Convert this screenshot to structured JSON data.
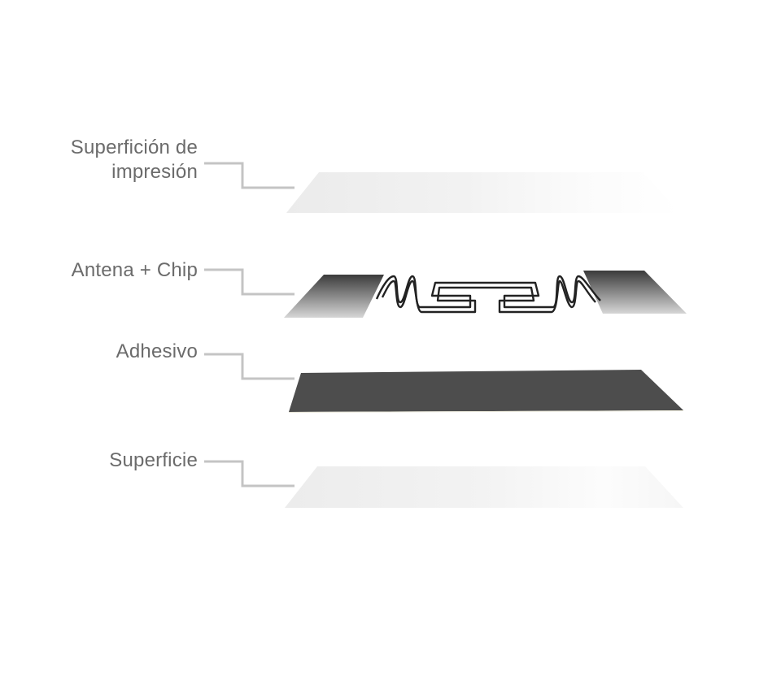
{
  "layers": [
    {
      "label_line1": "Superfición de",
      "label_line2": "impresión"
    },
    {
      "label_line1": "Antena + Chip"
    },
    {
      "label_line1": "Adhesivo"
    },
    {
      "label_line1": "Superficie"
    }
  ],
  "colors": {
    "label_text": "#6b6b6b",
    "leader_line": "#c4c4c4",
    "adhesive_fill": "#4d4d4d",
    "pad_dark": "#3d3d3d",
    "pad_light": "#d4d4d4",
    "antenna_wire": "#222222",
    "surface_fill": "#f1f1f1"
  }
}
